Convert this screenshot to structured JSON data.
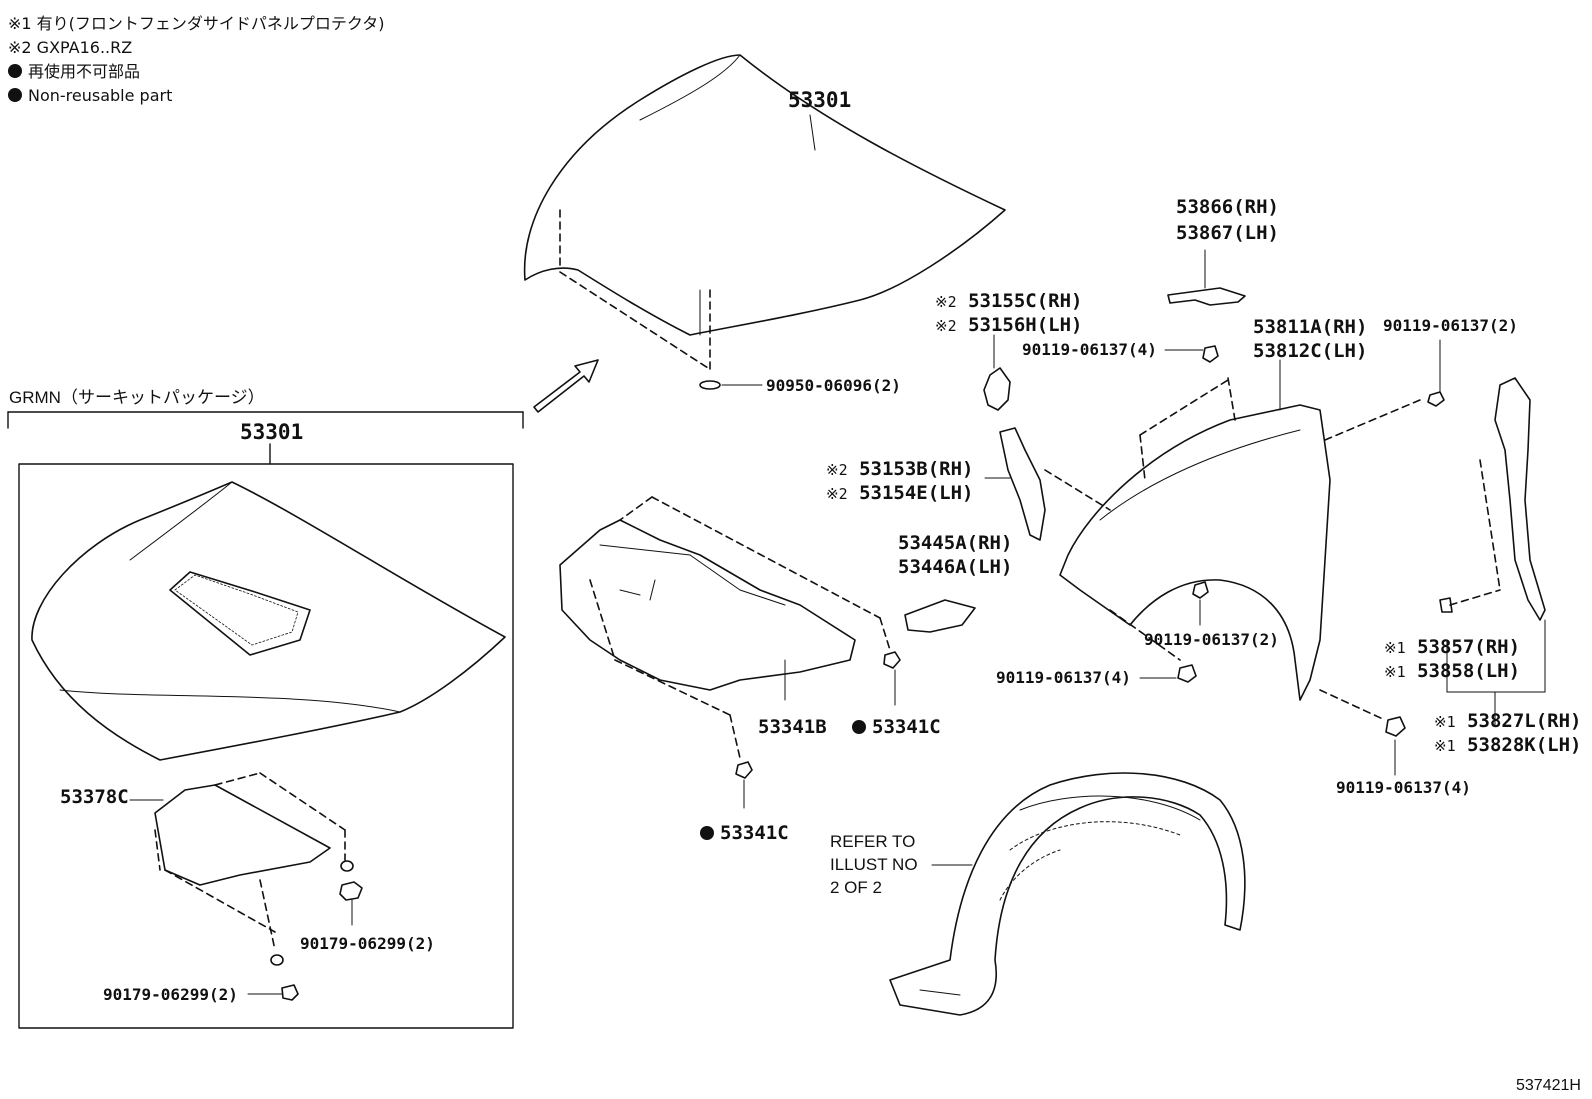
{
  "notes": {
    "note1": "※1 有り(フロントフェンダサイドパネルプロテクタ)",
    "note2": "※2 GXPA16..RZ",
    "note3": "再使用不可部品",
    "note4": "Non-reusable part"
  },
  "grmn_title": "GRMN（サーキットパッケージ）",
  "parts": {
    "hood_main": "53301",
    "hood_grmn": "53301",
    "clip_90950": "90950-06096(2)",
    "p53378c": "53378C",
    "bolt_90179_a": "90179-06299(2)",
    "bolt_90179_b": "90179-06299(2)",
    "insulator": "53341B",
    "clip_53341c_a": "53341C",
    "clip_53341c_b": "53341C",
    "seal_rh": "53866(RH)",
    "seal_lh": "53867(LH)",
    "bracket_rh": "53155C(RH)",
    "bracket_lh": "53156H(LH)",
    "bracket_mark": "※2",
    "bolt_top_4": "90119-06137(4)",
    "fender_rh": "53811A(RH)",
    "fender_lh": "53812C(LH)",
    "bolt_right_2": "90119-06137(2)",
    "side_rh": "53153B(RH)",
    "side_lh": "53154E(LH)",
    "side_mark": "※2",
    "brace_rh": "53445A(RH)",
    "brace_lh": "53446A(LH)",
    "bolt_mid_2": "90119-06137(2)",
    "bolt_mid_4": "90119-06137(4)",
    "protector_rh": "53857(RH)",
    "protector_lh": "53858(LH)",
    "protector_mark": "※1",
    "seal_side_rh": "53827L(RH)",
    "seal_side_lh": "53828K(LH)",
    "seal_side_mark": "※1",
    "bolt_bottom_4": "90119-06137(4)"
  },
  "refer": {
    "line1": "REFER TO",
    "line2": "ILLUST NO",
    "line3": "2 OF 2"
  },
  "illustration_id": "537421H"
}
